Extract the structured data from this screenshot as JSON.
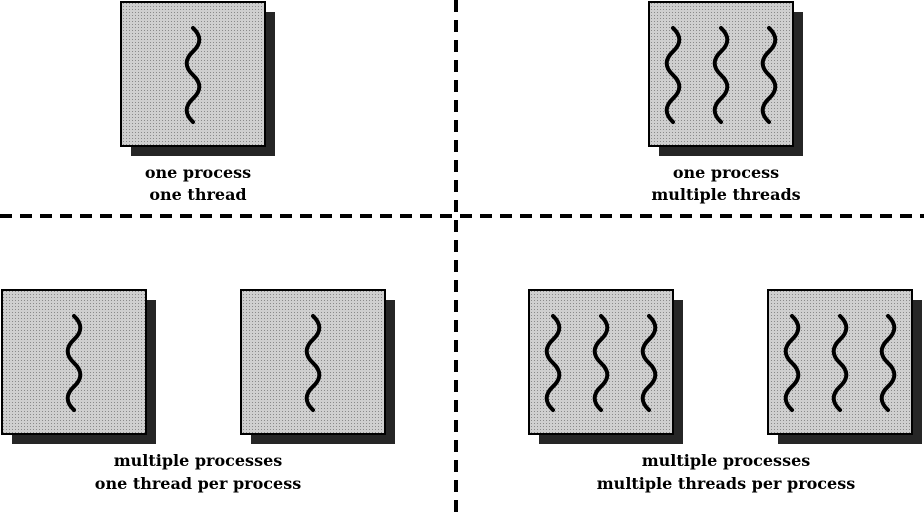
{
  "colors": {
    "box_fill": "#c4c4c4",
    "shadow": "#262626",
    "line": "#000000",
    "background": "#ffffff"
  },
  "quadrants": [
    {
      "id": "top-left",
      "caption_line1": "one process",
      "caption_line2": "one thread",
      "processes": [
        {
          "threads": 1
        }
      ]
    },
    {
      "id": "top-right",
      "caption_line1": "one process",
      "caption_line2": "multiple threads",
      "processes": [
        {
          "threads": 3
        }
      ]
    },
    {
      "id": "bottom-left",
      "caption_line1": "multiple processes",
      "caption_line2": "one thread per process",
      "processes": [
        {
          "threads": 1
        },
        {
          "threads": 1
        }
      ]
    },
    {
      "id": "bottom-right",
      "caption_line1": "multiple processes",
      "caption_line2": "multiple threads per process",
      "processes": [
        {
          "threads": 3
        },
        {
          "threads": 3
        }
      ]
    }
  ]
}
